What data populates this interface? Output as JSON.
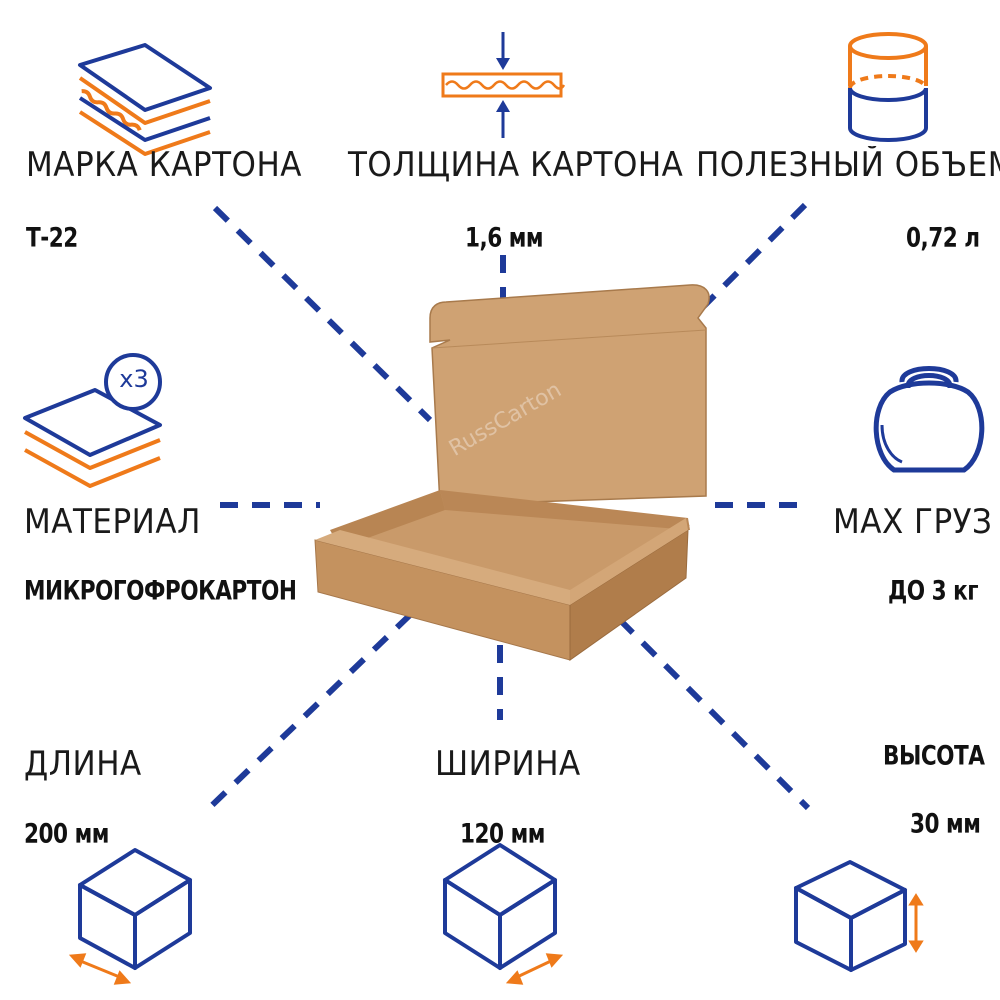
{
  "colors": {
    "blue": "#1e3a99",
    "orange": "#ef7a1a",
    "dash": "#1e3a99",
    "kraft": "#c9966a"
  },
  "specs": {
    "grade": {
      "label": "МАРКА КАРТОНА",
      "value": "Т-22",
      "icon": "corrugated-layers-icon"
    },
    "thickness": {
      "label": "ТОЛЩИНА КАРТОНА",
      "value": "1,6 мм",
      "icon": "thickness-arrows-icon"
    },
    "volume": {
      "label": "ПОЛЕЗНЫЙ ОБЪЕМ",
      "value": "0,72 л",
      "icon": "cylinder-volume-icon"
    },
    "material": {
      "label": "МАТЕРИАЛ",
      "value": "МИКРОГОФРОКАРТОН",
      "icon": "three-layers-icon",
      "badge": "x3"
    },
    "max_load": {
      "label": "MAX ГРУЗ",
      "value": "ДО 3 кг",
      "icon": "kettlebell-icon"
    },
    "length": {
      "label": "ДЛИНА",
      "value": "200 мм",
      "icon": "cube-length-icon"
    },
    "width": {
      "label": "ШИРИНА",
      "value": "120 мм",
      "icon": "cube-width-icon"
    },
    "height": {
      "label": "ВЫСОТА",
      "value": "30 мм",
      "icon": "cube-height-icon"
    }
  },
  "product": {
    "name": "open-mailer-box",
    "watermark": "RussCarton"
  }
}
